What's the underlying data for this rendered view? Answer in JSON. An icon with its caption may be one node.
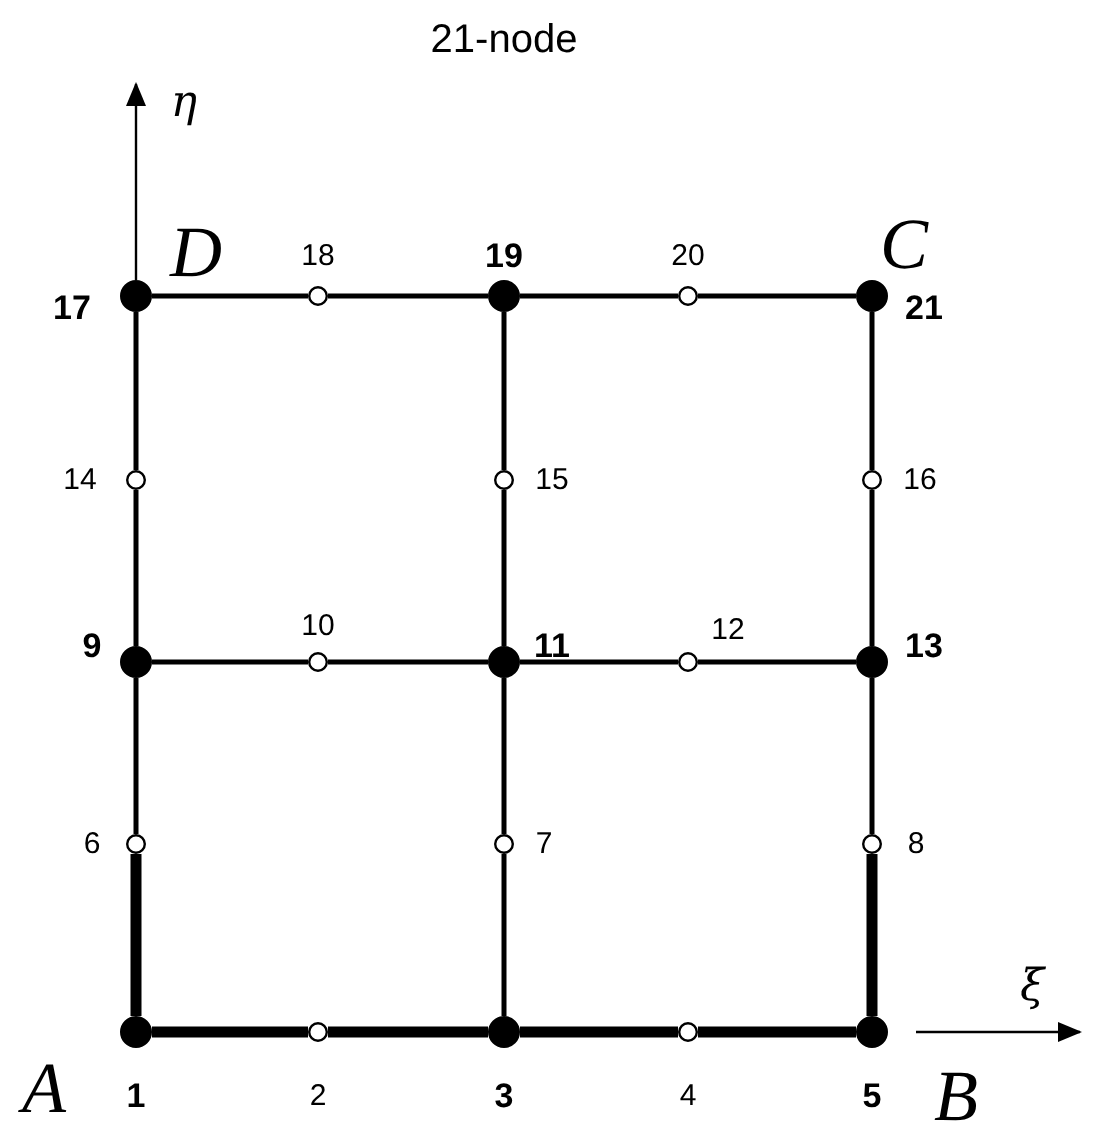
{
  "diagram": {
    "title": "21-node",
    "nodes": [
      {
        "text": [],
        "shape": "dot",
        "beside": [
          "17"
        ]
      },
      {
        "text": [],
        "shape": "circle",
        "beside": [
          "18"
        ]
      },
      {
        "text": [],
        "shape": "dot",
        "beside": [
          "19"
        ]
      },
      {
        "text": [],
        "shape": "circle",
        "beside": [
          "20"
        ]
      },
      {
        "text": [],
        "shape": "dot",
        "beside": [
          "21"
        ]
      },
      {
        "text": [],
        "shape": "circle",
        "beside": [
          "14"
        ]
      },
      {
        "text": [],
        "shape": "circle",
        "beside": [
          "15"
        ]
      },
      {
        "text": [],
        "shape": "circle",
        "beside": [
          "16"
        ]
      },
      {
        "text": [],
        "shape": "dot",
        "beside": [
          "9"
        ]
      },
      {
        "text": [],
        "shape": "circle",
        "beside": [
          "10"
        ]
      },
      {
        "text": [],
        "shape": "dot",
        "beside": [
          "11"
        ]
      },
      {
        "text": [],
        "shape": "circle",
        "beside": [
          "12"
        ]
      },
      {
        "text": [],
        "shape": "dot",
        "beside": [
          "13"
        ]
      },
      {
        "text": [],
        "shape": "circle",
        "beside": [
          "6"
        ]
      },
      {
        "text": [],
        "shape": "circle",
        "beside": [
          "7"
        ]
      },
      {
        "text": [],
        "shape": "circle",
        "beside": [
          "8"
        ]
      },
      {
        "text": [],
        "shape": "dot",
        "beside": [
          "1"
        ]
      },
      {
        "text": [],
        "shape": "circle",
        "beside": [
          "2"
        ]
      },
      {
        "text": [],
        "shape": "dot",
        "beside": [
          "3"
        ]
      },
      {
        "text": [],
        "shape": "circle",
        "beside": [
          "4"
        ]
      },
      {
        "text": [],
        "shape": "dot",
        "beside": [
          "5"
        ]
      }
    ],
    "edges": [
      {
        "from": 0,
        "to": 1,
        "arrow": "none"
      },
      {
        "from": 1,
        "to": 2,
        "arrow": "none"
      },
      {
        "from": 2,
        "to": 3,
        "arrow": "none"
      },
      {
        "from": 3,
        "to": 4,
        "arrow": "none"
      },
      {
        "from": 0,
        "to": 5,
        "arrow": "none"
      },
      {
        "from": 2,
        "to": 6,
        "arrow": "none"
      },
      {
        "from": 4,
        "to": 7,
        "arrow": "none"
      },
      {
        "from": 5,
        "to": 8,
        "arrow": "none"
      },
      {
        "from": 6,
        "to": 10,
        "arrow": "none"
      },
      {
        "from": 7,
        "to": 12,
        "arrow": "none"
      },
      {
        "from": 8,
        "to": 9,
        "arrow": "none"
      },
      {
        "from": 9,
        "to": 10,
        "arrow": "none"
      },
      {
        "from": 10,
        "to": 11,
        "arrow": "none"
      },
      {
        "from": 11,
        "to": 12,
        "arrow": "none"
      },
      {
        "from": 8,
        "to": 13,
        "arrow": "none"
      },
      {
        "from": 10,
        "to": 14,
        "arrow": "none"
      },
      {
        "from": 12,
        "to": 15,
        "arrow": "none"
      },
      {
        "from": 13,
        "to": 16,
        "arrow": "none",
        "style": "thick"
      },
      {
        "from": 14,
        "to": 18,
        "arrow": "none"
      },
      {
        "from": 15,
        "to": 20,
        "arrow": "none",
        "style": "thick"
      },
      {
        "from": 16,
        "to": 17,
        "arrow": "none",
        "style": "thick"
      },
      {
        "from": 17,
        "to": 18,
        "arrow": "none",
        "style": "thick"
      },
      {
        "from": 18,
        "to": 19,
        "arrow": "none",
        "style": "thick"
      },
      {
        "from": 19,
        "to": 20,
        "arrow": "none",
        "style": "thick"
      }
    ],
    "labels": [
      "η",
      "D",
      "C",
      "ξ",
      "A",
      "B"
    ]
  }
}
